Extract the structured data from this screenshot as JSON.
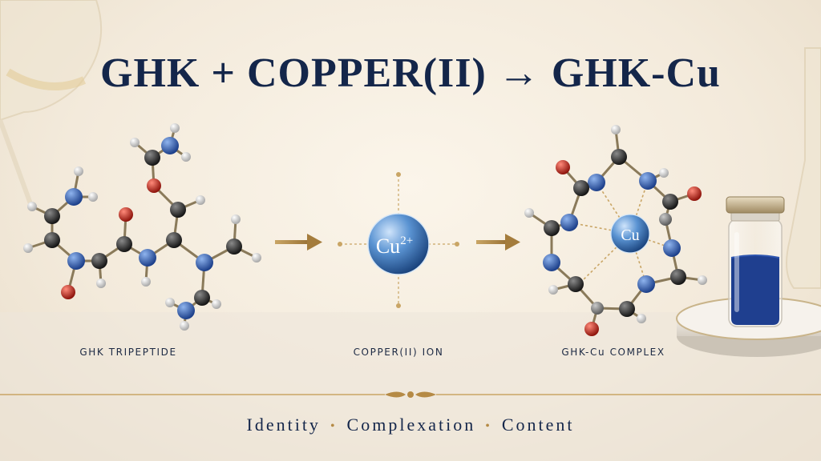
{
  "title": "GHK + COPPER(II) → GHK-Cu",
  "captions": {
    "left": "GHK TRIPEPTIDE",
    "middle": "COPPER(II) ION",
    "right": "GHK-Cu COMPLEX"
  },
  "ion_label": {
    "symbol": "Cu",
    "charge": "2+"
  },
  "complex_center_label": "Cu",
  "footer": {
    "items": [
      "Identity",
      "Complexation",
      "Content"
    ],
    "separator": "•"
  },
  "colors": {
    "title": "#14264a",
    "accent_gold": "#b58a45",
    "carbon": "#2a2a2a",
    "nitrogen": "#2f5fb0",
    "oxygen": "#c0281e",
    "hydrogen": "#e8e8e8",
    "copper_ion": "#4a86c8",
    "vial_powder": "#1f3f8f"
  }
}
